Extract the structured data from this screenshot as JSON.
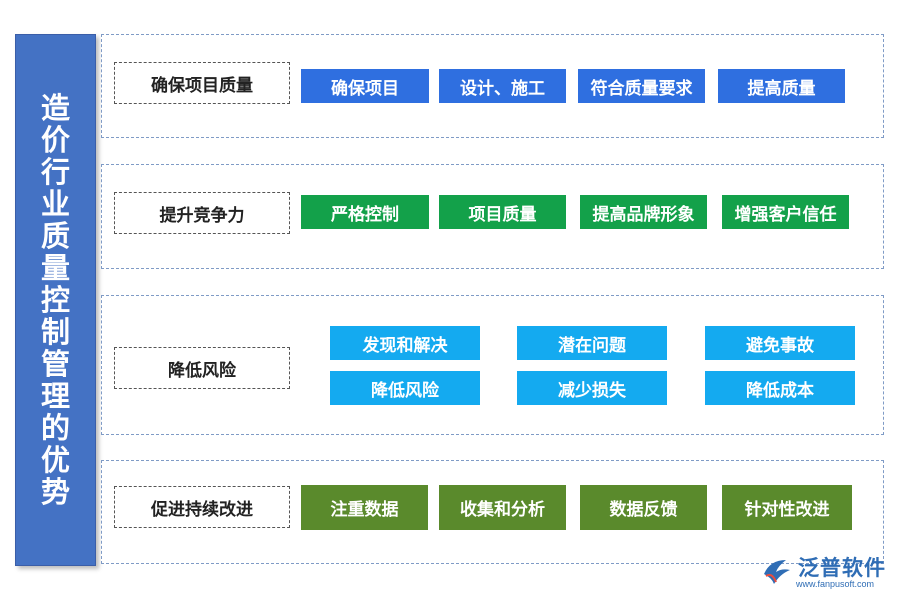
{
  "title": "造价行业质量控制管理的优势",
  "colors": {
    "title_bar": "#4472c4",
    "blue_chip": "#2f6fe0",
    "green_chip": "#13a14a",
    "cyan_chip": "#14aaf0",
    "olive_chip": "#5a8a2c"
  },
  "sections": [
    {
      "label": "确保项目质量",
      "items": [
        "确保项目",
        "设计、施工",
        "符合质量要求",
        "提高质量"
      ]
    },
    {
      "label": "提升竞争力",
      "items": [
        "严格控制",
        "项目质量",
        "提高品牌形象",
        "增强客户信任"
      ]
    },
    {
      "label": "降低风险",
      "items": [
        "发现和解决",
        "潜在问题",
        "避免事故",
        "降低风险",
        "减少损失",
        "降低成本"
      ]
    },
    {
      "label": "促进持续改进",
      "items": [
        "注重数据",
        "收集和分析",
        "数据反馈",
        "针对性改进"
      ]
    }
  ],
  "logo": {
    "brand": "泛普软件",
    "url": "www.fanpusoft.com",
    "icon": "fanpu-logo-icon"
  }
}
